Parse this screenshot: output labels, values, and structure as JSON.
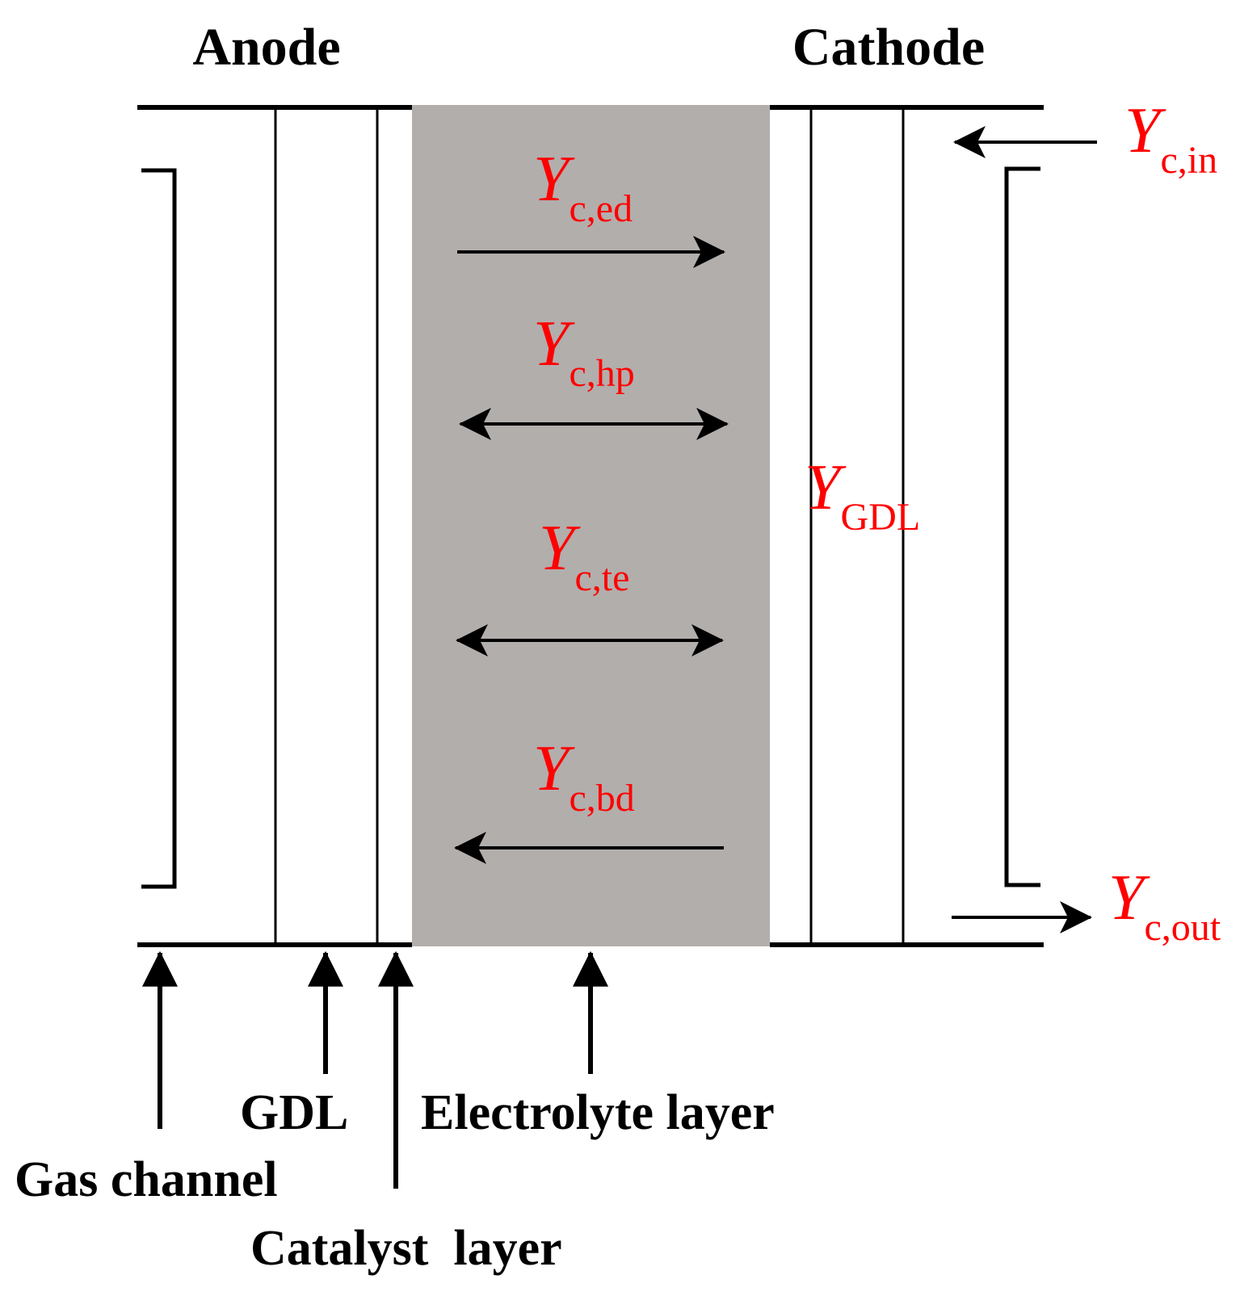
{
  "headings": {
    "anode": "Anode",
    "cathode": "Cathode"
  },
  "labels": {
    "gas_channel": "Gas channel",
    "gdl": "GDL",
    "catalyst_layer": "Catalyst  layer",
    "electrolyte_layer": "Electrolyte layer"
  },
  "symbols": {
    "ed": {
      "main": "Y",
      "sub": "c,ed"
    },
    "hp": {
      "main": "Y",
      "sub": "c,hp"
    },
    "te": {
      "main": "Y",
      "sub": "c,te"
    },
    "bd": {
      "main": "Y",
      "sub": "c,bd"
    },
    "gdl": {
      "main": "Y",
      "sub": "GDL"
    },
    "in": {
      "main": "Y",
      "sub": "c,in"
    },
    "out": {
      "main": "Y",
      "sub": "c,out"
    }
  },
  "colors": {
    "electrolyte_fill": "#b2aeac",
    "symbol": "#ff0000",
    "line": "#000000"
  }
}
